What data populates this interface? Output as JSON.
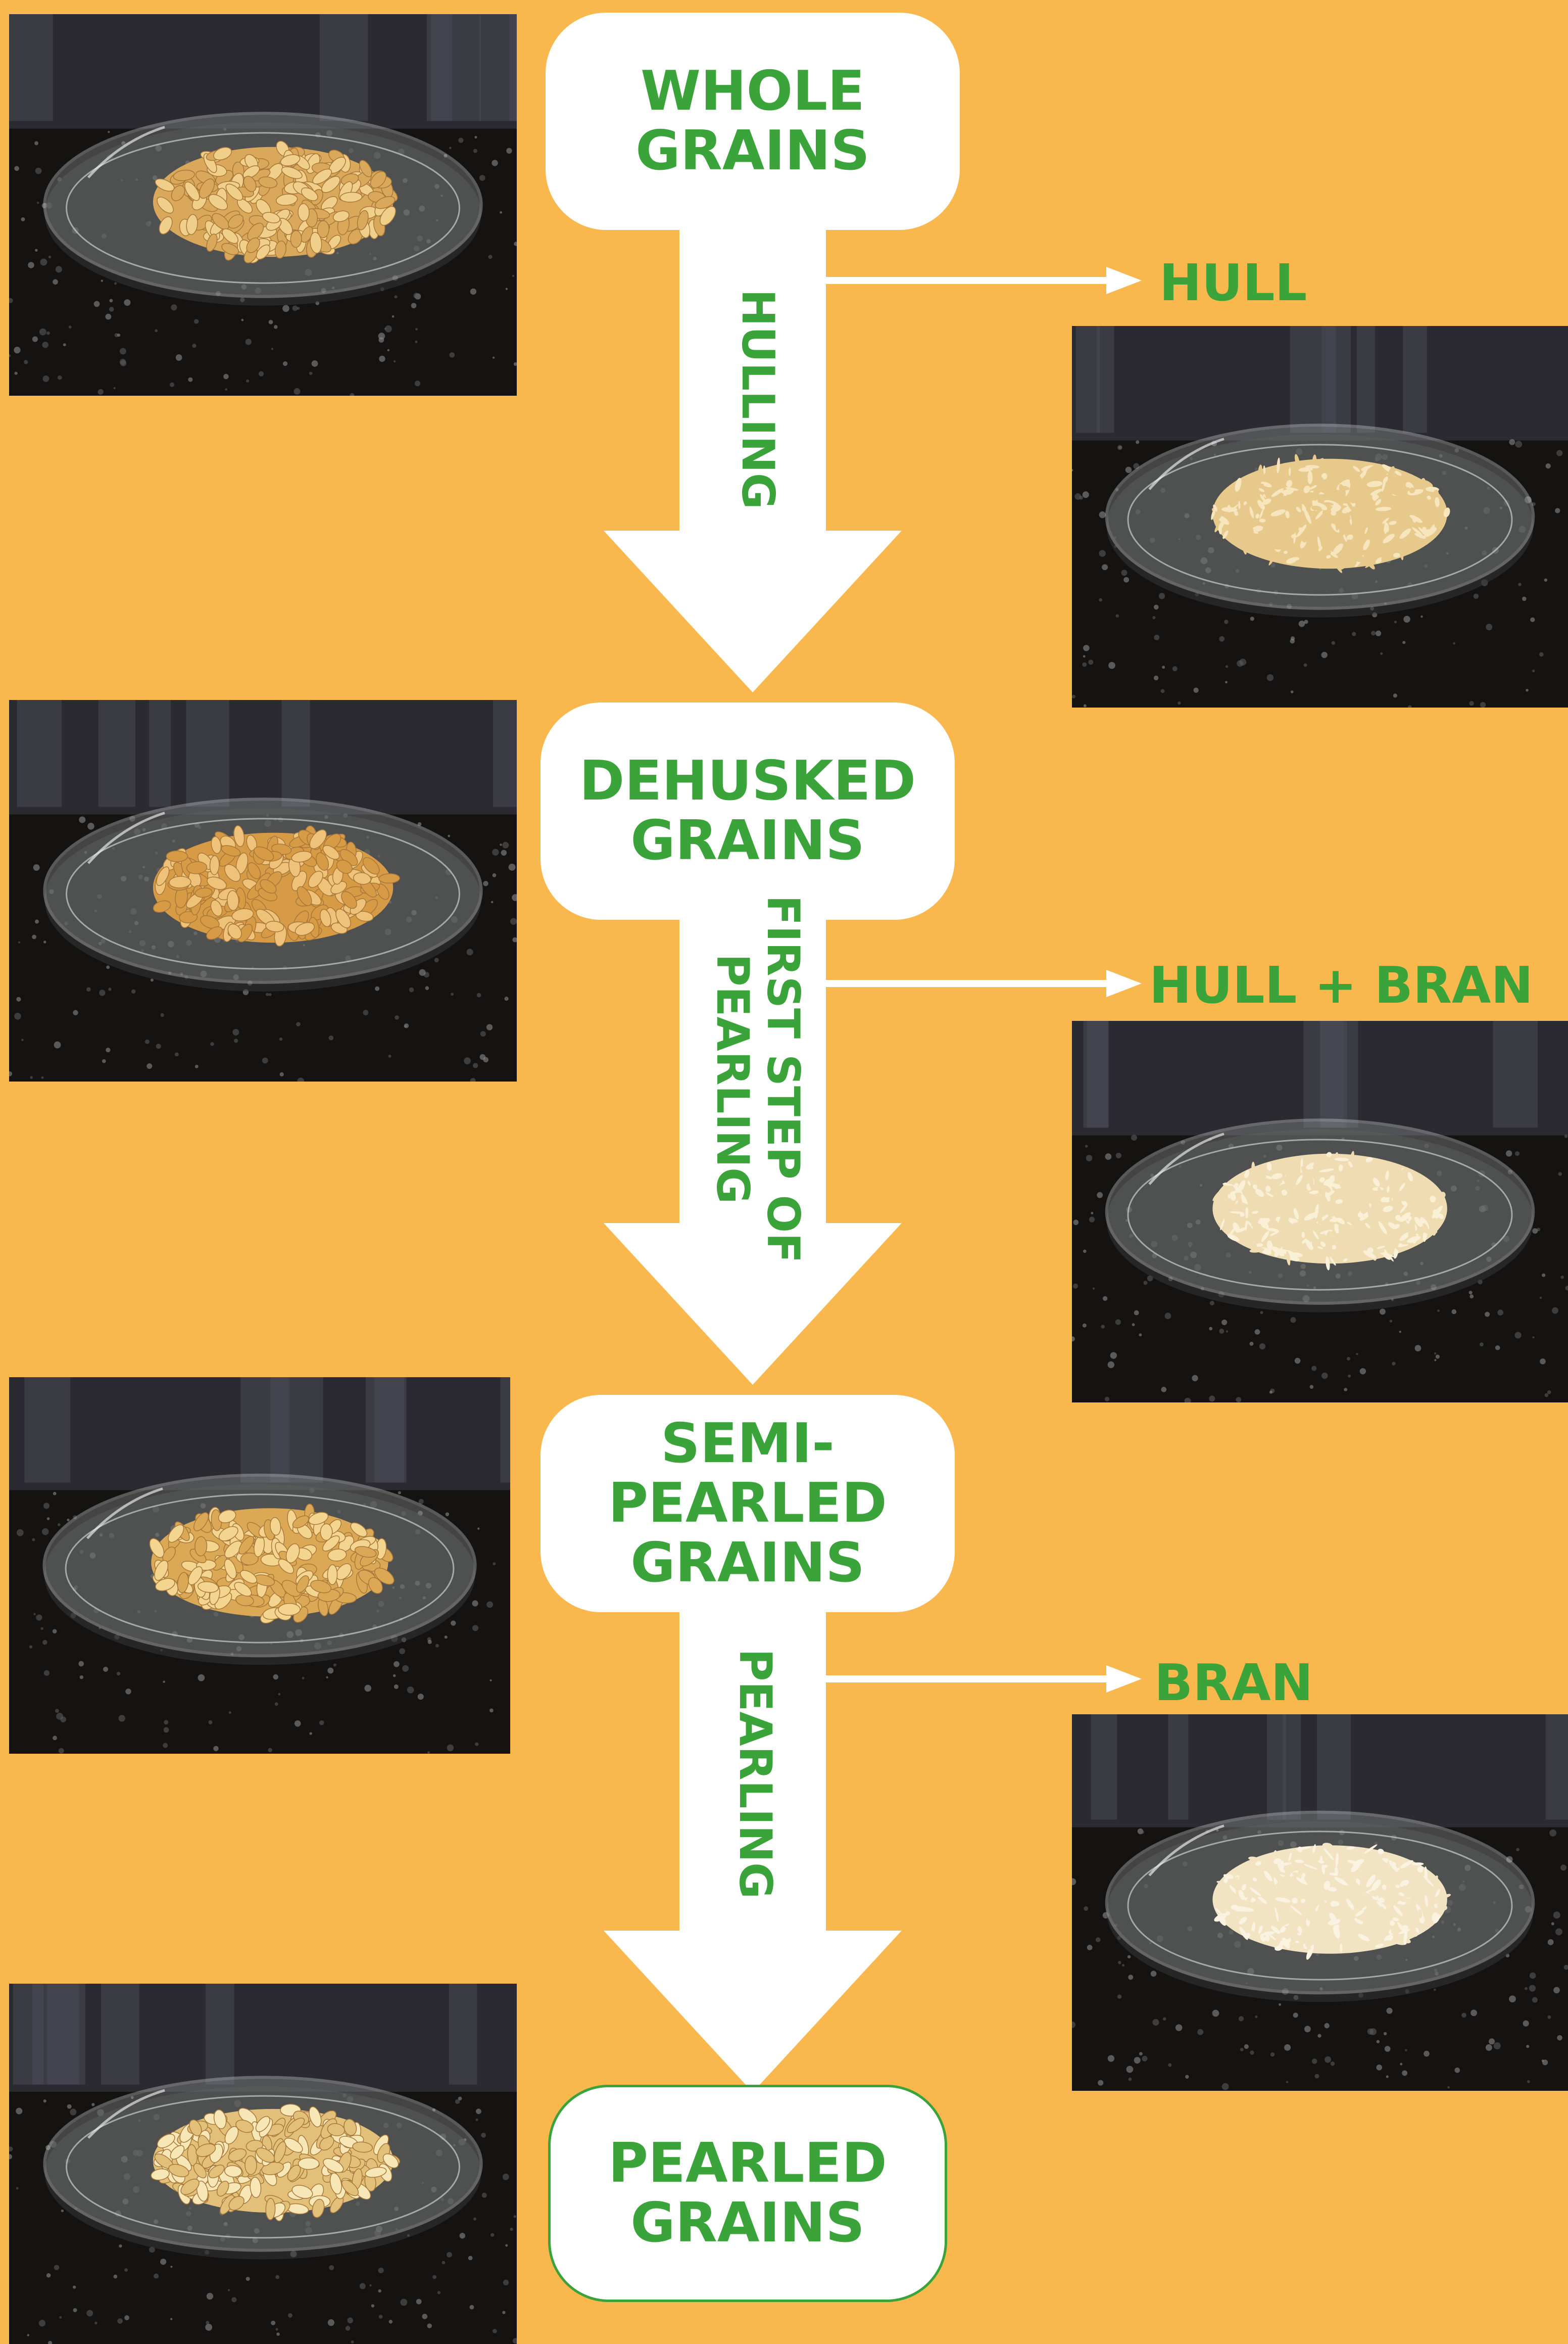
{
  "colors": {
    "background": "#f8b84e",
    "accent_green": "#3aa33a",
    "box_fill": "#ffffff",
    "counter_dark": "#141312"
  },
  "stages": [
    {
      "line1": "WHOLE",
      "line2": "GRAINS"
    },
    {
      "line1": "DEHUSKED",
      "line2": "GRAINS"
    },
    {
      "line1": "SEMI-PEARLED",
      "line2": "GRAINS"
    },
    {
      "line1": "PEARLED",
      "line2": "GRAINS"
    }
  ],
  "steps": [
    {
      "line1": "HULLING"
    },
    {
      "line1": "FIRST STEP OF",
      "line2": "PEARLING"
    },
    {
      "line1": "PEARLING"
    }
  ],
  "byproducts": [
    {
      "label": "HULL"
    },
    {
      "label": "HULL + BRAN"
    },
    {
      "label": "BRAN"
    }
  ],
  "photos": [
    {
      "content": "whole-grains",
      "grain_color": "#d9a85a",
      "grain_color_2": "#f0cf8a"
    },
    {
      "content": "hull",
      "grain_color": "#e8c98c",
      "grain_color_2": "#f7e6bd"
    },
    {
      "content": "dehusked-grains",
      "grain_color": "#d79a45",
      "grain_color_2": "#efc27a"
    },
    {
      "content": "hull-bran",
      "grain_color": "#efdcb2",
      "grain_color_2": "#faf0d6"
    },
    {
      "content": "semi-pearled-grains",
      "grain_color": "#dba955",
      "grain_color_2": "#f4d590"
    },
    {
      "content": "bran",
      "grain_color": "#f2e3c2",
      "grain_color_2": "#fbf3e2"
    },
    {
      "content": "pearled-grains",
      "grain_color": "#e3c07a",
      "grain_color_2": "#f8e7b6"
    }
  ]
}
